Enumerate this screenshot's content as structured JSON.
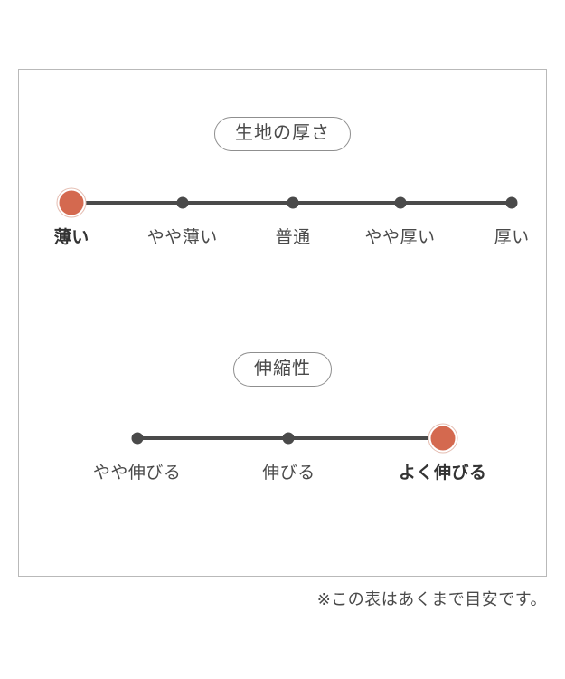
{
  "card": {
    "sections": [
      {
        "title": "生地の厚さ",
        "scale_name": "thickness",
        "points": [
          {
            "label": "薄い",
            "x_pct": 10.0,
            "selected": true
          },
          {
            "label": "やや薄い",
            "x_pct": 31.0,
            "selected": false
          },
          {
            "label": "普通",
            "x_pct": 52.0,
            "selected": false
          },
          {
            "label": "やや厚い",
            "x_pct": 72.3,
            "selected": false
          },
          {
            "label": "厚い",
            "x_pct": 93.5,
            "selected": false
          }
        ]
      },
      {
        "title": "伸縮性",
        "scale_name": "stretch",
        "points": [
          {
            "label": "やや伸びる",
            "x_pct": 22.4,
            "selected": false
          },
          {
            "label": "伸びる",
            "x_pct": 51.2,
            "selected": false
          },
          {
            "label": "よく伸びる",
            "x_pct": 80.4,
            "selected": true
          }
        ]
      }
    ]
  },
  "footnote": {
    "text": "※この表はあくまで目安です。"
  },
  "colors": {
    "selected_marker": "#d4694f",
    "selected_ring": "#e4bcb0",
    "track": "#4a4a4a",
    "dot": "#4a4a4a",
    "card_border": "#b9b9b9",
    "pill_border": "#8f8f8f",
    "text": "#4a4a4a"
  },
  "chart_data": {
    "type": "scatter",
    "title": "",
    "charts": [
      {
        "name": "生地の厚さ",
        "categories": [
          "薄い",
          "やや薄い",
          "普通",
          "やや厚い",
          "厚い"
        ],
        "selected_index": 0,
        "selected_value": "薄い",
        "values": [
          1,
          0,
          0,
          0,
          0
        ]
      },
      {
        "name": "伸縮性",
        "categories": [
          "やや伸びる",
          "伸びる",
          "よく伸びる"
        ],
        "selected_index": 2,
        "selected_value": "よく伸びる",
        "values": [
          0,
          0,
          1
        ]
      }
    ],
    "note": "※この表はあくまで目安です。",
    "grid": false,
    "legend": "none"
  }
}
